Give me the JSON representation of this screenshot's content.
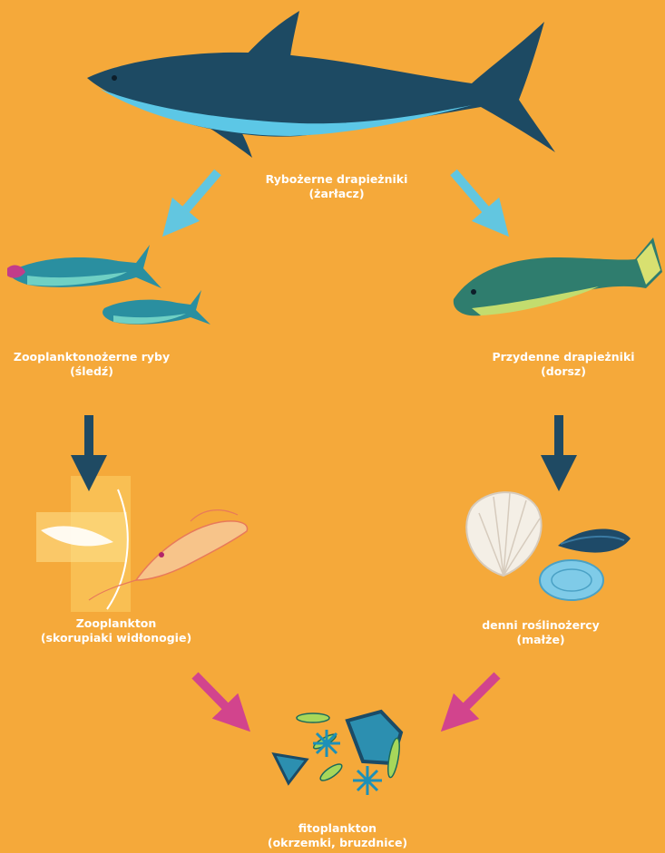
{
  "colors": {
    "background": "#f5a93a",
    "arrow_light_blue": "#62c6e0",
    "arrow_dark_blue": "#1f4a63",
    "arrow_magenta": "#d2448d",
    "label_text": "#ffffff"
  },
  "nodes": {
    "shark": {
      "title": "Rybożerne drapieżniki",
      "subtitle": "(żarłacz)",
      "icon": "shark-icon"
    },
    "herring": {
      "title": "Zooplanktonożerne ryby",
      "subtitle": "(śledź)",
      "icon": "herring-icon"
    },
    "cod": {
      "title": "Przydenne drapieżniki",
      "subtitle": "(dorsz)",
      "icon": "cod-icon"
    },
    "zooplankton": {
      "title": "Zooplankton",
      "subtitle": "(skorupiaki widłonogie)",
      "icon": "shrimp-icon"
    },
    "benthic": {
      "title": "denni roślinożercy",
      "subtitle": "(małże)",
      "icon": "shells-icon"
    },
    "phytoplankton": {
      "title": "fitoplankton",
      "subtitle": "(okrzemki, bruzdnice)",
      "icon": "diatoms-icon"
    }
  }
}
